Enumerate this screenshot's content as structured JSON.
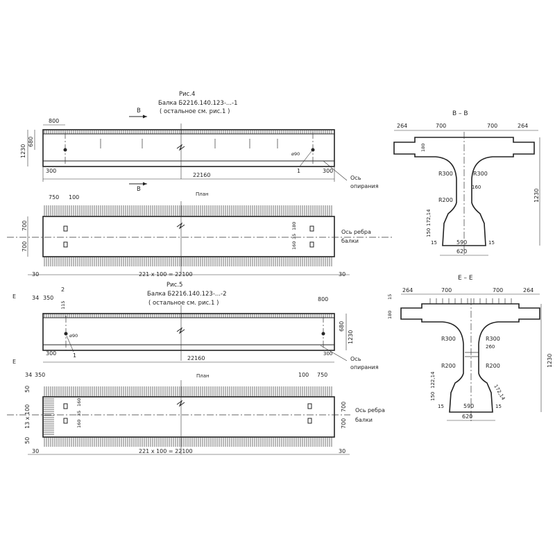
{
  "fig4": {
    "caption": "Рис.4",
    "title": "Балка Б2216.140.123-...-1",
    "note": "( остальное см. рис.1 )",
    "section_mark": "В",
    "dim_800": "800",
    "dim_1230": "1230",
    "dim_680": "680",
    "dim_300_left": "300",
    "dim_300_right": "300",
    "dim_length": "22160",
    "hole_dia": "ø90",
    "callout_1": "1",
    "support_axis_1": "Ось",
    "support_axis_2": "опирания"
  },
  "plan4": {
    "caption": "План",
    "dim_750": "750",
    "dim_100": "100",
    "dim_700_top": "700",
    "dim_700_bottom": "700",
    "dim_180": "180",
    "dim_35": "35",
    "dim_160": "160",
    "rib_axis_1": "Ось ребра",
    "rib_axis_2": "балки",
    "dim_30_left": "30",
    "dim_30_right": "30",
    "dim_total": "221 х 100 = 22100"
  },
  "fig5": {
    "caption": "Рис.5",
    "title": "Балка Б2216.140.123-...-2",
    "note": "( остальное см. рис.1 )",
    "section_mark": "Е",
    "dim_34": "34",
    "dim_350": "350",
    "dim_115": "115",
    "callout_2": "2",
    "callout_1": "1",
    "dim_800": "800",
    "dim_680": "680",
    "dim_1230": "1230",
    "hole_dia": "ø90",
    "dim_300_left": "300",
    "dim_300_right": "300",
    "dim_length": "22160",
    "support_axis_1": "Ось",
    "support_axis_2": "опирания"
  },
  "plan5": {
    "caption": "План",
    "dim_34": "34",
    "dim_350": "350",
    "dim_100": "100",
    "dim_750": "750",
    "dim_50_top": "50",
    "dim_50_bottom": "50",
    "dim_13x100": "13 х 100",
    "dim_160a": "160",
    "dim_35": "35",
    "dim_160b": "160",
    "dim_700_top": "700",
    "dim_700_bottom": "700",
    "rib_axis_1": "Ось ребра",
    "rib_axis_2": "балки",
    "dim_30_left": "30",
    "dim_30_right": "30",
    "dim_total": "221 х 100 = 22100"
  },
  "section_bb": {
    "title": "В – В",
    "dim_264_left": "264",
    "dim_700_left": "700",
    "dim_700_right": "700",
    "dim_264_right": "264",
    "dim_180": "180",
    "r300_left": "R300",
    "r300_right": "R300",
    "dim_160": "160",
    "r200": "R200",
    "dim_1230": "1230",
    "dim_172_14": "172,14",
    "dim_150": "150",
    "dim_15_left": "15",
    "dim_590": "590",
    "dim_15_right": "15",
    "dim_620": "620"
  },
  "section_ee": {
    "title": "Е – Е",
    "dim_264_left": "264",
    "dim_700_left": "700",
    "dim_700_right": "700",
    "dim_264_right": "264",
    "dim_15": "15",
    "dim_180": "180",
    "r300_left": "R300",
    "r300_right": "R300",
    "dim_260": "260",
    "r200_left": "R200",
    "r200_right": "R200",
    "dim_1230": "1230",
    "dim_122_14": "122,14",
    "dim_172_14": "172,14",
    "dim_150": "150",
    "dim_15_left": "15",
    "dim_590": "590",
    "dim_15_right": "15",
    "dim_620": "620"
  }
}
